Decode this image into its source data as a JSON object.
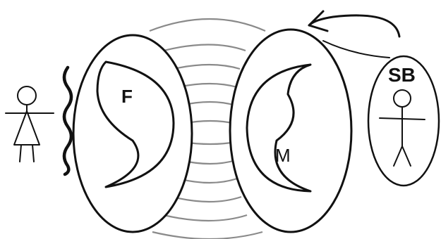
{
  "diagram": {
    "labels": {
      "left_oval": "F",
      "middle_oval": "M",
      "right_bubble": "SB"
    },
    "colors": {
      "ink": "#111111",
      "rings": "#8a8a8a",
      "background": "#ffffff"
    }
  }
}
